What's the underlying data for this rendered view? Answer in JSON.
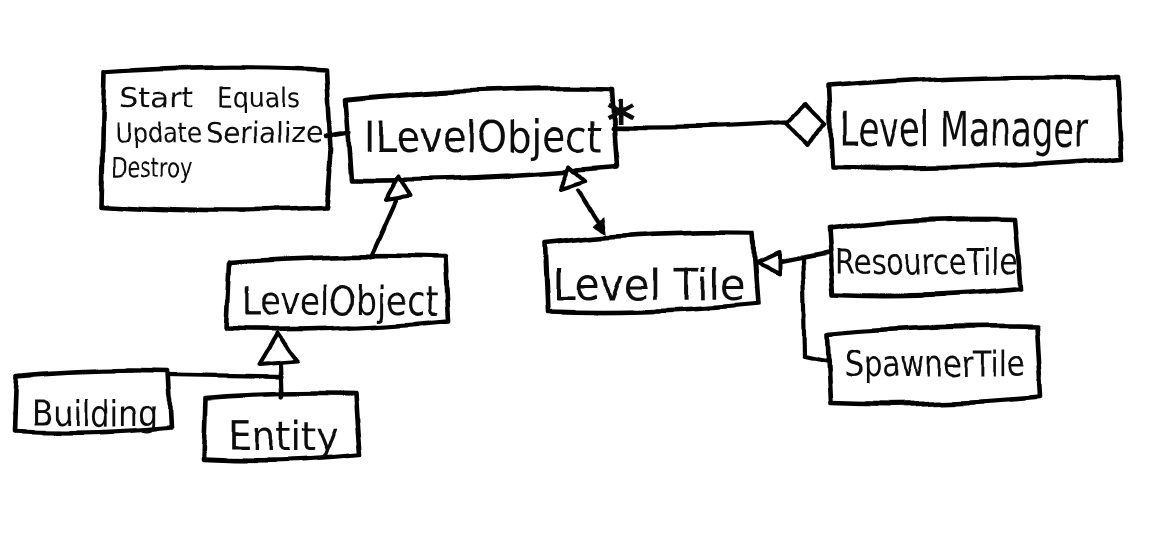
{
  "diagram": {
    "background_color": "#ffffff",
    "ink_color": "#000000",
    "nodes": {
      "interface_note": {
        "column1": [
          "Start",
          "Update",
          "Destroy"
        ],
        "column2": [
          "Equals",
          "Serialize"
        ]
      },
      "ilevelobject": {
        "label": "ILevelObject",
        "multiplicity": "*"
      },
      "levelmanager": {
        "label": "Level Manager"
      },
      "levelobject": {
        "label": "LevelObject"
      },
      "leveltile": {
        "label": "Level Tile"
      },
      "resourcetile": {
        "label": "ResourceTile"
      },
      "spawnertile": {
        "label": "SpawnerTile"
      },
      "building": {
        "label": "Building"
      },
      "entity": {
        "label": "Entity"
      }
    },
    "relationships": [
      {
        "from": "ILevelObject",
        "to": "LevelManager",
        "type": "aggregation",
        "multiplicity": "*"
      },
      {
        "from": "interface_note",
        "to": "ILevelObject",
        "type": "note-attachment"
      },
      {
        "from": "LevelObject",
        "to": "ILevelObject",
        "type": "realization"
      },
      {
        "from": "LevelTile",
        "to": "ILevelObject",
        "type": "realization"
      },
      {
        "from": "ResourceTile",
        "to": "LevelTile",
        "type": "inheritance"
      },
      {
        "from": "SpawnerTile",
        "to": "LevelTile",
        "type": "inheritance"
      },
      {
        "from": "Building",
        "to": "LevelObject",
        "type": "inheritance"
      },
      {
        "from": "Entity",
        "to": "LevelObject",
        "type": "inheritance"
      }
    ]
  }
}
